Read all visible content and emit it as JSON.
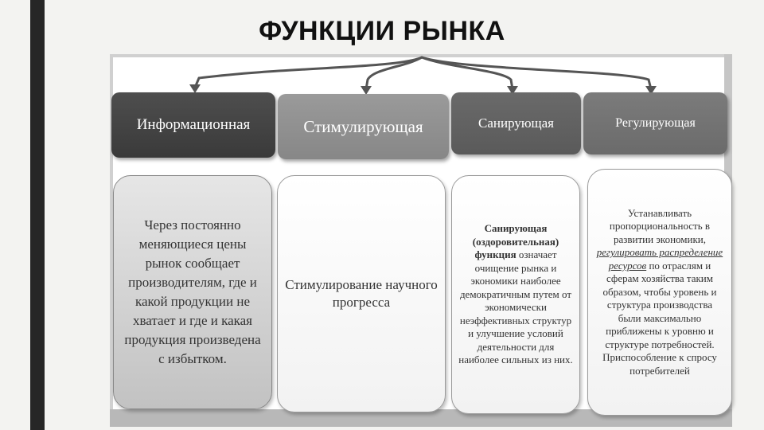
{
  "title": "ФУНКЦИИ РЫНКА",
  "headers": [
    {
      "label": "Информационная"
    },
    {
      "label": "Стимулирующая"
    },
    {
      "label": "Санирующая"
    },
    {
      "label": "Регулирующая"
    }
  ],
  "cards": {
    "info": "Через постоянно меняющиеся цены рынок сообщает производителям, где и какой продукции не хватает и где и какая продукция произведена с избытком.",
    "stim": "Стимулирование научного прогресса",
    "san_bold": "Санирующая (оздоровительная) функция",
    "san_rest": " означает очищение рынка и экономики наиболее демократичным путем от экономически неэффективных структур и улучшение условий деятельности для наиболее сильных из них.",
    "reg_a": "Устанавливать пропорциональность в развитии экономики, ",
    "reg_b": "регулировать распределение ресурсов",
    "reg_c": " по отраслям и сферам хозяйства таким образом, чтобы уровень и структура производства были максимально приближены к уровню и структуре потребностей. Приспособление к спросу потребителей"
  }
}
